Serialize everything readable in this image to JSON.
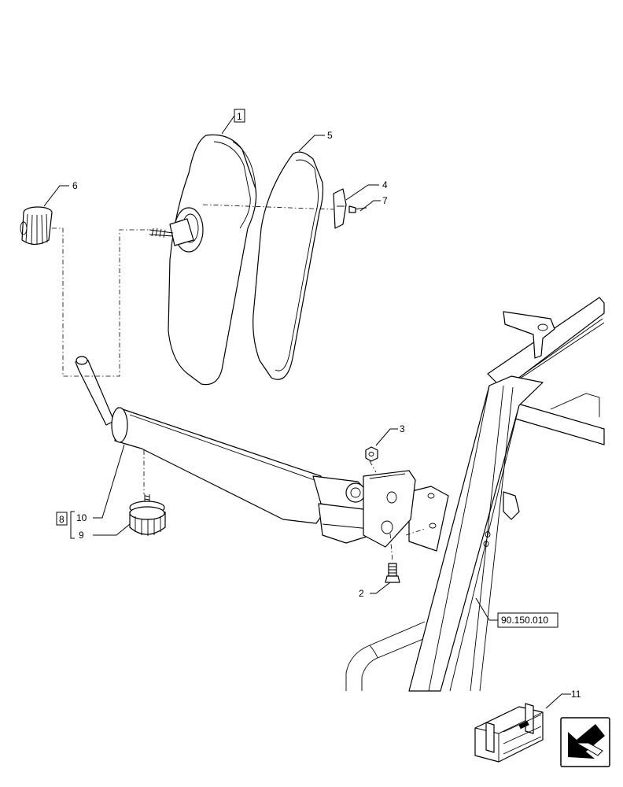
{
  "callouts": {
    "c1": "1",
    "c2": "2",
    "c3": "3",
    "c4": "4",
    "c5": "5",
    "c6": "6",
    "c7": "7",
    "c8": "8",
    "c9": "9",
    "c10": "10",
    "c11": "11"
  },
  "reference": "90.150.010",
  "icons": {
    "kit_box": "crate-kit-icon",
    "nav": "arrow-nav-icon"
  }
}
